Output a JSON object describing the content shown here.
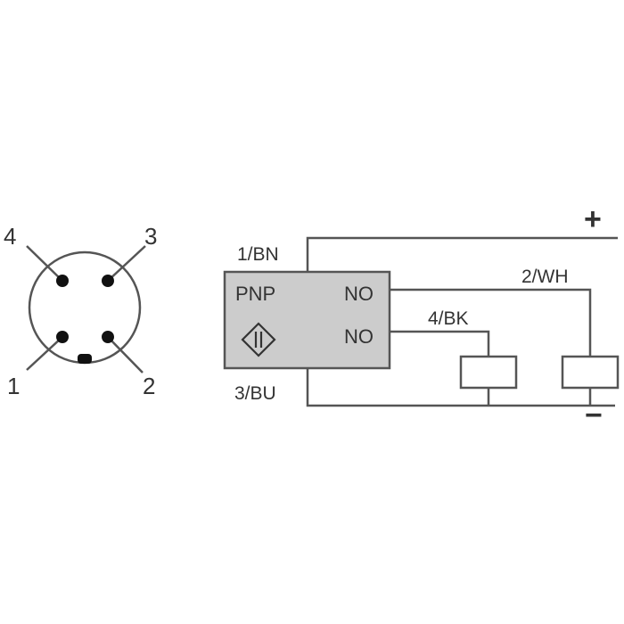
{
  "connector": {
    "pins": [
      {
        "number": "4"
      },
      {
        "number": "3"
      },
      {
        "number": "1"
      },
      {
        "number": "2"
      }
    ]
  },
  "wiring": {
    "wire_brown": "1/BN",
    "wire_blue": "3/BU",
    "wire_white": "2/WH",
    "wire_black": "4/BK",
    "sensor_type": "PNP",
    "output_1": "NO",
    "output_2": "NO",
    "plus_sign": "+",
    "minus_sign": "−"
  },
  "colors": {
    "line": "#555555",
    "sensor_fill": "#cccccc",
    "pin_dot": "#111111",
    "text": "#333333"
  }
}
